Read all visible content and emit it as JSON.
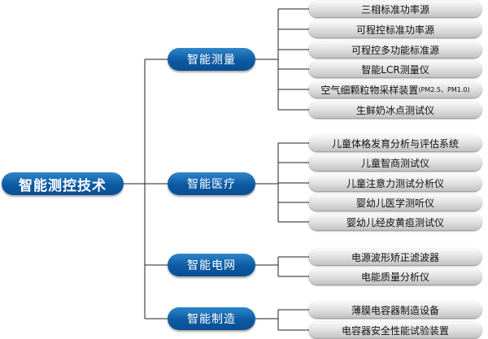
{
  "root": {
    "label": "智能测控技术"
  },
  "categories": [
    {
      "label": "智能测量",
      "items": [
        {
          "label": "三相标准功率源"
        },
        {
          "label": "可程控标准功率源"
        },
        {
          "label": "可程控多功能标准源"
        },
        {
          "label": "智能LCR测量仪"
        },
        {
          "label": "空气细颗粒物采样装置",
          "suffix": "(PM2.5、PM1.0)"
        },
        {
          "label": "生鲜奶冰点测试仪"
        }
      ]
    },
    {
      "label": "智能医疗",
      "items": [
        {
          "label": "儿童体格发育分析与评估系统"
        },
        {
          "label": "儿童智商测试仪"
        },
        {
          "label": "儿童注意力测试分析仪"
        },
        {
          "label": "婴幼儿医学测听仪"
        },
        {
          "label": "婴幼儿经皮黄疸测试仪"
        }
      ]
    },
    {
      "label": "智能电网",
      "items": [
        {
          "label": "电源波形矫正滤波器"
        },
        {
          "label": "电能质量分析仪"
        }
      ]
    },
    {
      "label": "智能制造",
      "items": [
        {
          "label": "薄膜电容器制造设备"
        },
        {
          "label": "电容器安全性能试验装置"
        }
      ]
    }
  ]
}
